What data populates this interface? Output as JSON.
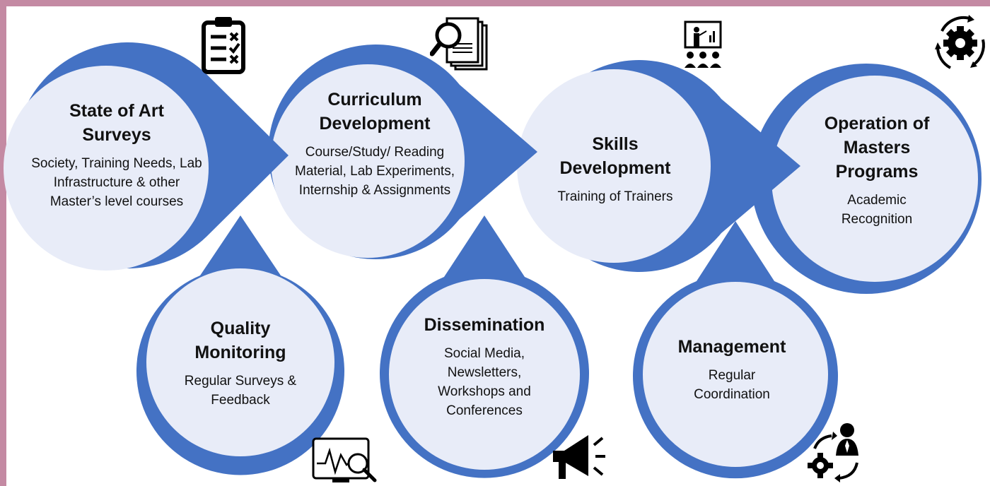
{
  "stages": [
    {
      "title": "State of Art Surveys",
      "description": "Society, Training Needs, Lab Infrastructure & other Master’s level courses"
    },
    {
      "title": "Curriculum Development",
      "description": "Course/Study/ Reading Material, Lab Experiments, Internship & Assignments"
    },
    {
      "title": "Skills Development",
      "description": "Training of Trainers"
    },
    {
      "title": "Operation of Masters Programs",
      "description": "Academic Recognition"
    }
  ],
  "support": [
    {
      "title": "Quality Monitoring",
      "description": "Regular Surveys & Feedback"
    },
    {
      "title": "Dissemination",
      "description": "Social Media, Newsletters, Workshops and Conferences"
    },
    {
      "title": "Management",
      "description": "Regular Coordination"
    }
  ],
  "icons": [
    "checklist-icon",
    "document-search-icon",
    "presentation-icon",
    "gear-cycle-icon",
    "monitor-analysis-icon",
    "megaphone-icon",
    "manager-cycle-icon"
  ],
  "colors": {
    "circle_fill": "#e8ecf8",
    "circle_border": "#4472c4",
    "frame": "#c48aa3"
  }
}
